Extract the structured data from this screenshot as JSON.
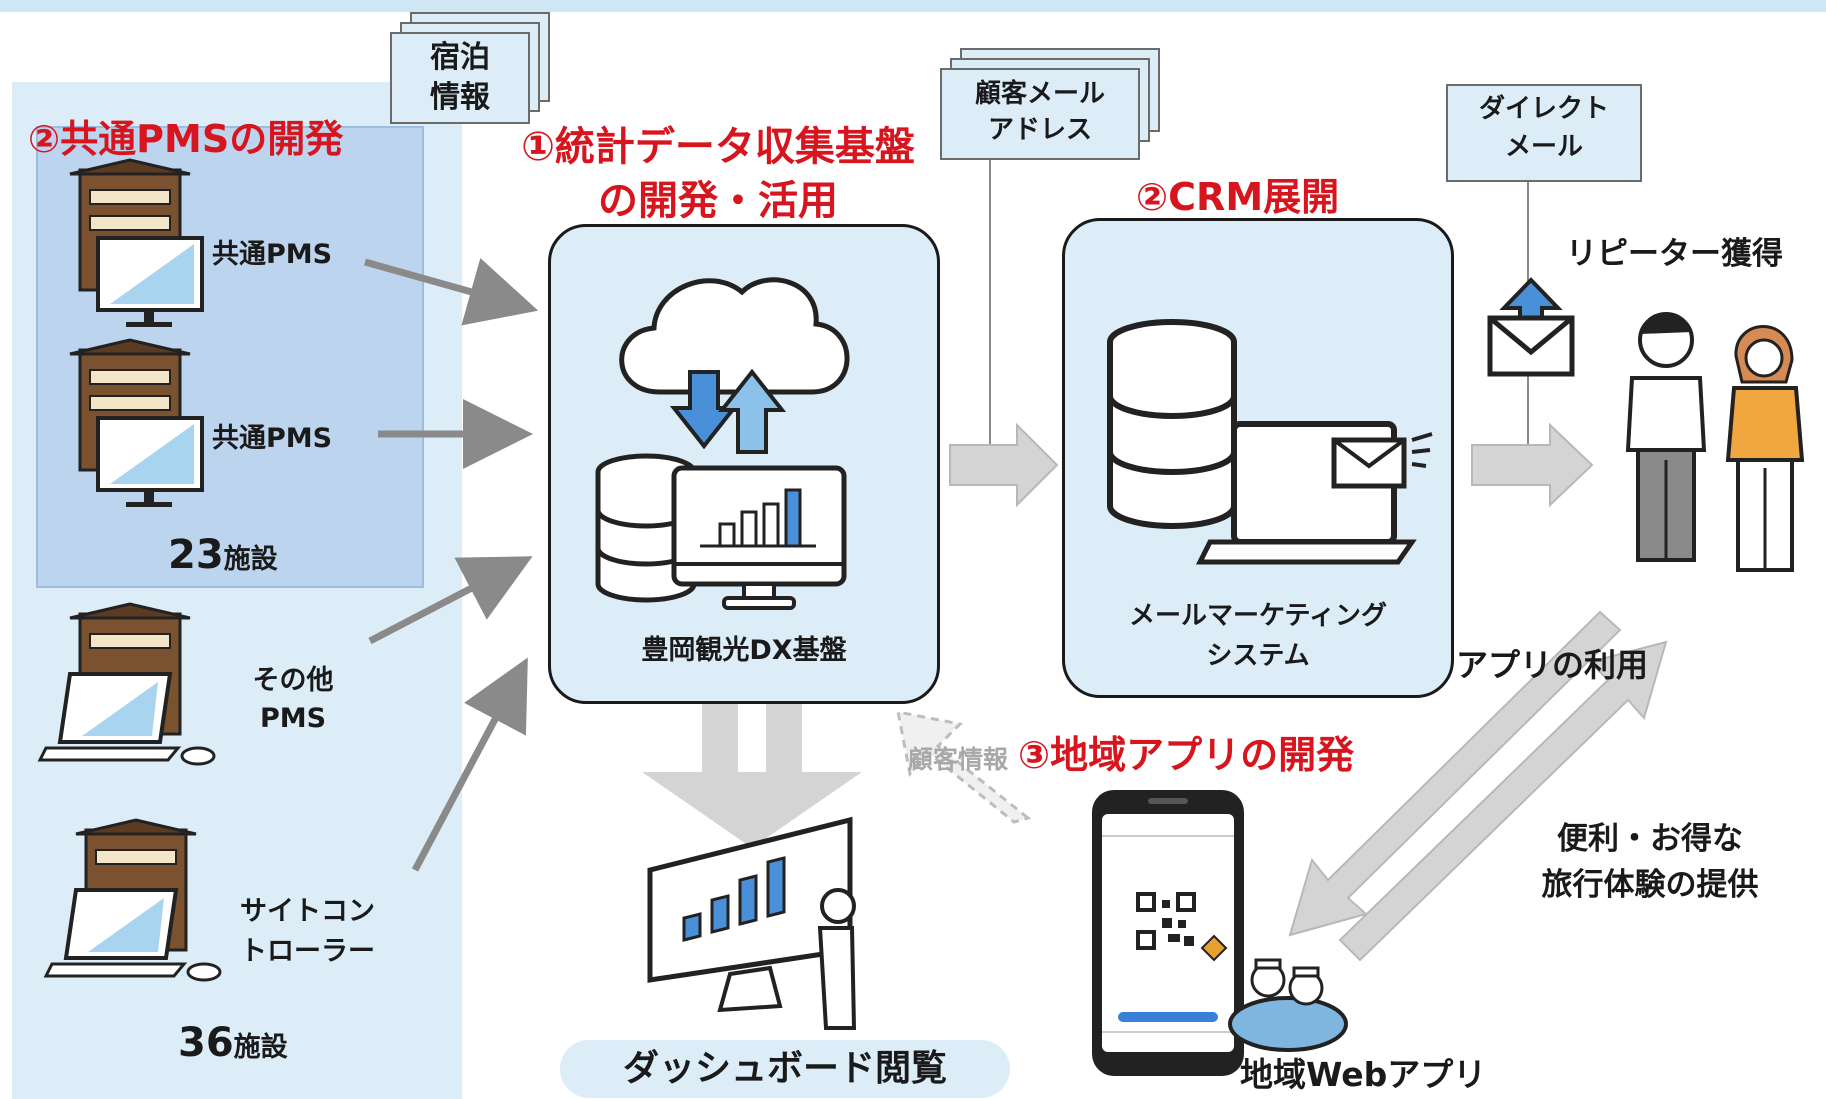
{
  "left": {
    "heading": "②共通PMSの開発",
    "pms_1": "共通PMS",
    "pms_2": "共通PMS",
    "count_common_num": "23",
    "count_common_unit": "施設",
    "other_pms": [
      "その他",
      "PMS"
    ],
    "site_controller": [
      "サイトコン",
      "トローラー"
    ],
    "count_other_num": "36",
    "count_other_unit": "施設"
  },
  "docs": {
    "lodging": [
      "宿泊",
      "情報"
    ],
    "customer_email": [
      "顧客メール",
      "アドレス"
    ],
    "direct_mail": [
      "ダイレクト",
      "メール"
    ]
  },
  "center": {
    "heading": [
      "①統計データ収集基盤",
      "の開発・活用"
    ],
    "box_label": "豊岡観光DX基盤",
    "dashboard": "ダッシュボード閲覧"
  },
  "crm": {
    "heading": "②CRM展開",
    "box_label": [
      "メールマーケティング",
      "システム"
    ]
  },
  "right": {
    "repeater": "リピーター獲得",
    "app_use": "アプリの利用",
    "benefit": [
      "便利・お得な",
      "旅行体験の提供"
    ]
  },
  "app": {
    "customer_info": "顧客情報",
    "heading": "③地域アプリの開発",
    "label": "地域Webアプリ"
  },
  "colors": {
    "accent_red": "#d6151e",
    "panel_blue": "#dcedf8",
    "pms_blue": "#bcd4ee",
    "arrow_gray": "#d4d4d4",
    "icon_blue": "#4a90d9"
  }
}
